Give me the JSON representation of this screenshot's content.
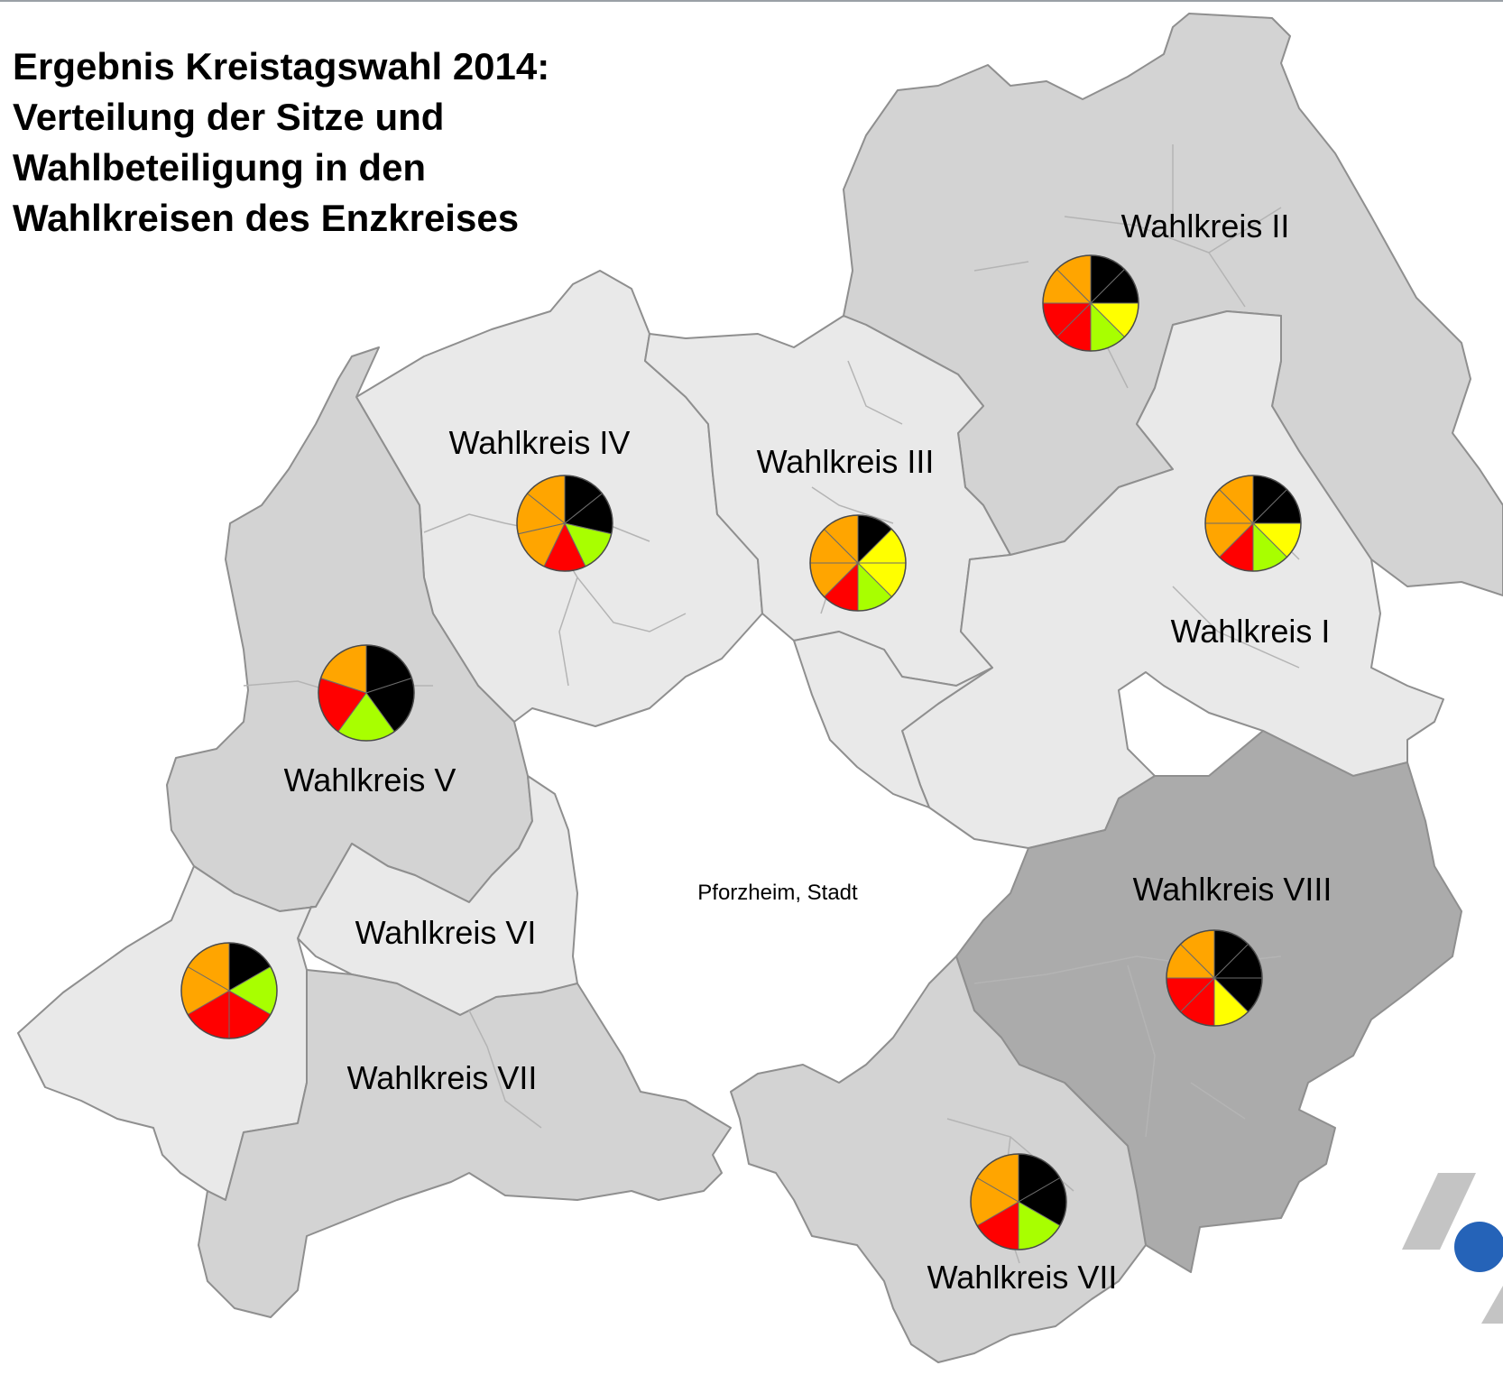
{
  "title_lines": [
    "Ergebnis Kreistagswahl 2014:",
    "Verteilung der Sitze und",
    "Wahlbeteiligung in den",
    "Wahlkreisen des Enzkreises"
  ],
  "center_label": "Pforzheim, Stadt",
  "colors": {
    "cdu": "#000000",
    "fw": "#ffa500",
    "spd": "#ff0000",
    "gruene": "#a8ff00",
    "fdp": "#ffff00",
    "turnout_light": "#e9e9e9",
    "turnout_medium": "#d3d3d3",
    "turnout_dark": "#ababab",
    "logo_blue": "#2563b8",
    "logo_gray": "#c4c4c4"
  },
  "regions": [
    {
      "id": "II",
      "label": "Wahlkreis II",
      "turnout_class": "medium",
      "seats": {
        "cdu": 2,
        "fw": 2,
        "spd": 2,
        "gruene": 1,
        "fdp": 1
      }
    },
    {
      "id": "IV",
      "label": "Wahlkreis IV",
      "turnout_class": "light",
      "seats": {
        "cdu": 2,
        "fw": 3,
        "spd": 1,
        "gruene": 1,
        "fdp": 0
      }
    },
    {
      "id": "III",
      "label": "Wahlkreis III",
      "turnout_class": "light",
      "seats": {
        "cdu": 1,
        "fw": 3,
        "spd": 1,
        "gruene": 1,
        "fdp": 2
      }
    },
    {
      "id": "I",
      "label": "Wahlkreis I",
      "turnout_class": "light",
      "seats": {
        "cdu": 2,
        "fw": 3,
        "spd": 1,
        "gruene": 1,
        "fdp": 1
      }
    },
    {
      "id": "V",
      "label": "Wahlkreis V",
      "turnout_class": "medium",
      "seats": {
        "cdu": 2,
        "fw": 1,
        "spd": 1,
        "gruene": 1,
        "fdp": 0
      }
    },
    {
      "id": "VI",
      "label": "Wahlkreis VI",
      "turnout_class": "light",
      "seats": {
        "cdu": 1,
        "fw": 2,
        "spd": 2,
        "gruene": 1,
        "fdp": 0
      }
    },
    {
      "id": "VIII",
      "label": "Wahlkreis VIII",
      "turnout_class": "dark",
      "seats": {
        "cdu": 3,
        "fw": 2,
        "spd": 2,
        "gruene": 0,
        "fdp": 1
      }
    },
    {
      "id": "VII-west",
      "label": "Wahlkreis VII",
      "turnout_class": "medium",
      "seats": null
    },
    {
      "id": "VII-south",
      "label": "Wahlkreis VII",
      "turnout_class": "medium",
      "seats": {
        "cdu": 2,
        "fw": 2,
        "spd": 1,
        "gruene": 1,
        "fdp": 0
      }
    }
  ]
}
